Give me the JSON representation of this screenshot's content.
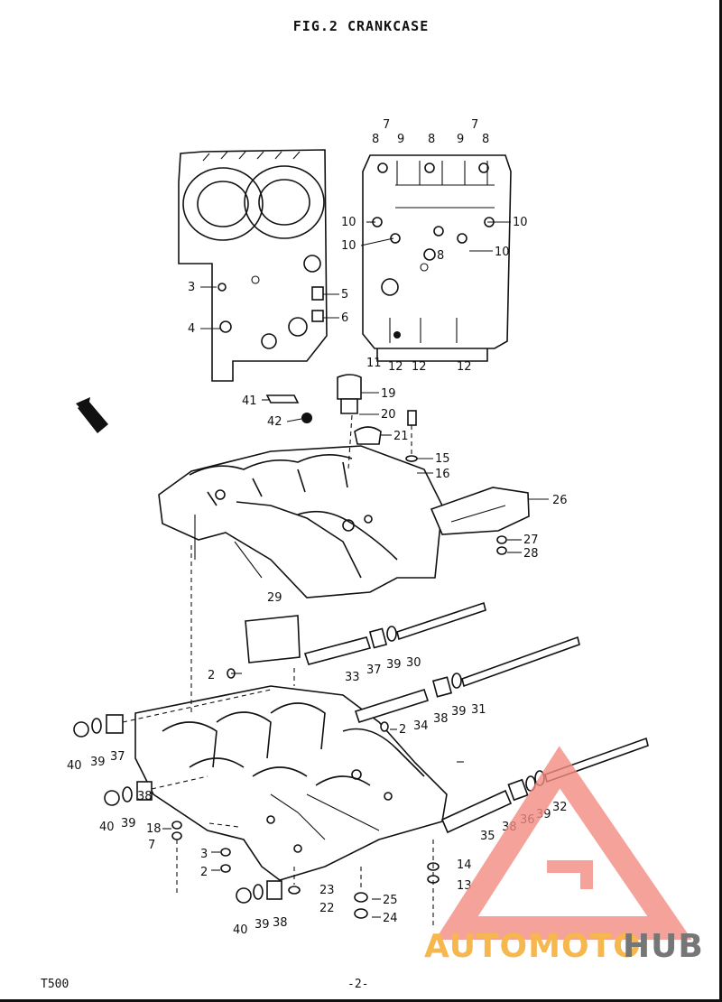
{
  "page": {
    "title": "FIG.2  CRANKCASE",
    "footer_model": "T500",
    "footer_page": "-2-"
  },
  "watermark": {
    "text_part1": "AUTOMOTO",
    "text_part2": "HUB",
    "color_part1": "#f5a623",
    "color_part2": "#555555",
    "logo_color": "#f28b82"
  },
  "callouts": {
    "n1": "7",
    "n2": "8",
    "n3": "9",
    "n4": "8",
    "n5": "9",
    "n6": "7",
    "n7": "8",
    "n8": "10",
    "n9": "10",
    "n10": "8",
    "n11": "10",
    "n12": "10",
    "n13": "11",
    "n14": "12",
    "n15": "12",
    "n16": "12",
    "n17": "3",
    "n18": "4",
    "n19": "5",
    "n20": "6",
    "n21": "41",
    "n22": "19",
    "n23": "42",
    "n24": "20",
    "n25": "21",
    "n26": "15",
    "n27": "16",
    "n28": "26",
    "n29": "27",
    "n30": "28",
    "n31": "29",
    "n32": "2",
    "n33": "33",
    "n34": "37",
    "n35": "39",
    "n36": "30",
    "n37": "40",
    "n38": "39",
    "n39": "37",
    "n40": "2",
    "n41": "34",
    "n42": "38",
    "n43": "39",
    "n44": "31",
    "n45": "40",
    "n46": "39",
    "n47": "38",
    "n48": "18",
    "n49": "7",
    "n50": "3",
    "n51": "2",
    "n52": "35",
    "n53": "38",
    "n54": "36",
    "n55": "39",
    "n56": "32",
    "n57": "23",
    "n58": "22",
    "n59": "25",
    "n60": "24",
    "n61": "14",
    "n62": "13",
    "n63": "40",
    "n64": "39",
    "n65": "38"
  }
}
